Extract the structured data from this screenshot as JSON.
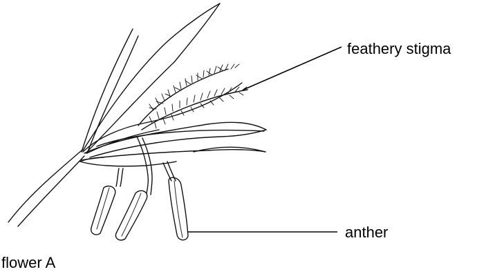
{
  "diagram": {
    "labels": {
      "stigma": "feathery stigma",
      "anther": "anther"
    },
    "caption": "flower A"
  }
}
